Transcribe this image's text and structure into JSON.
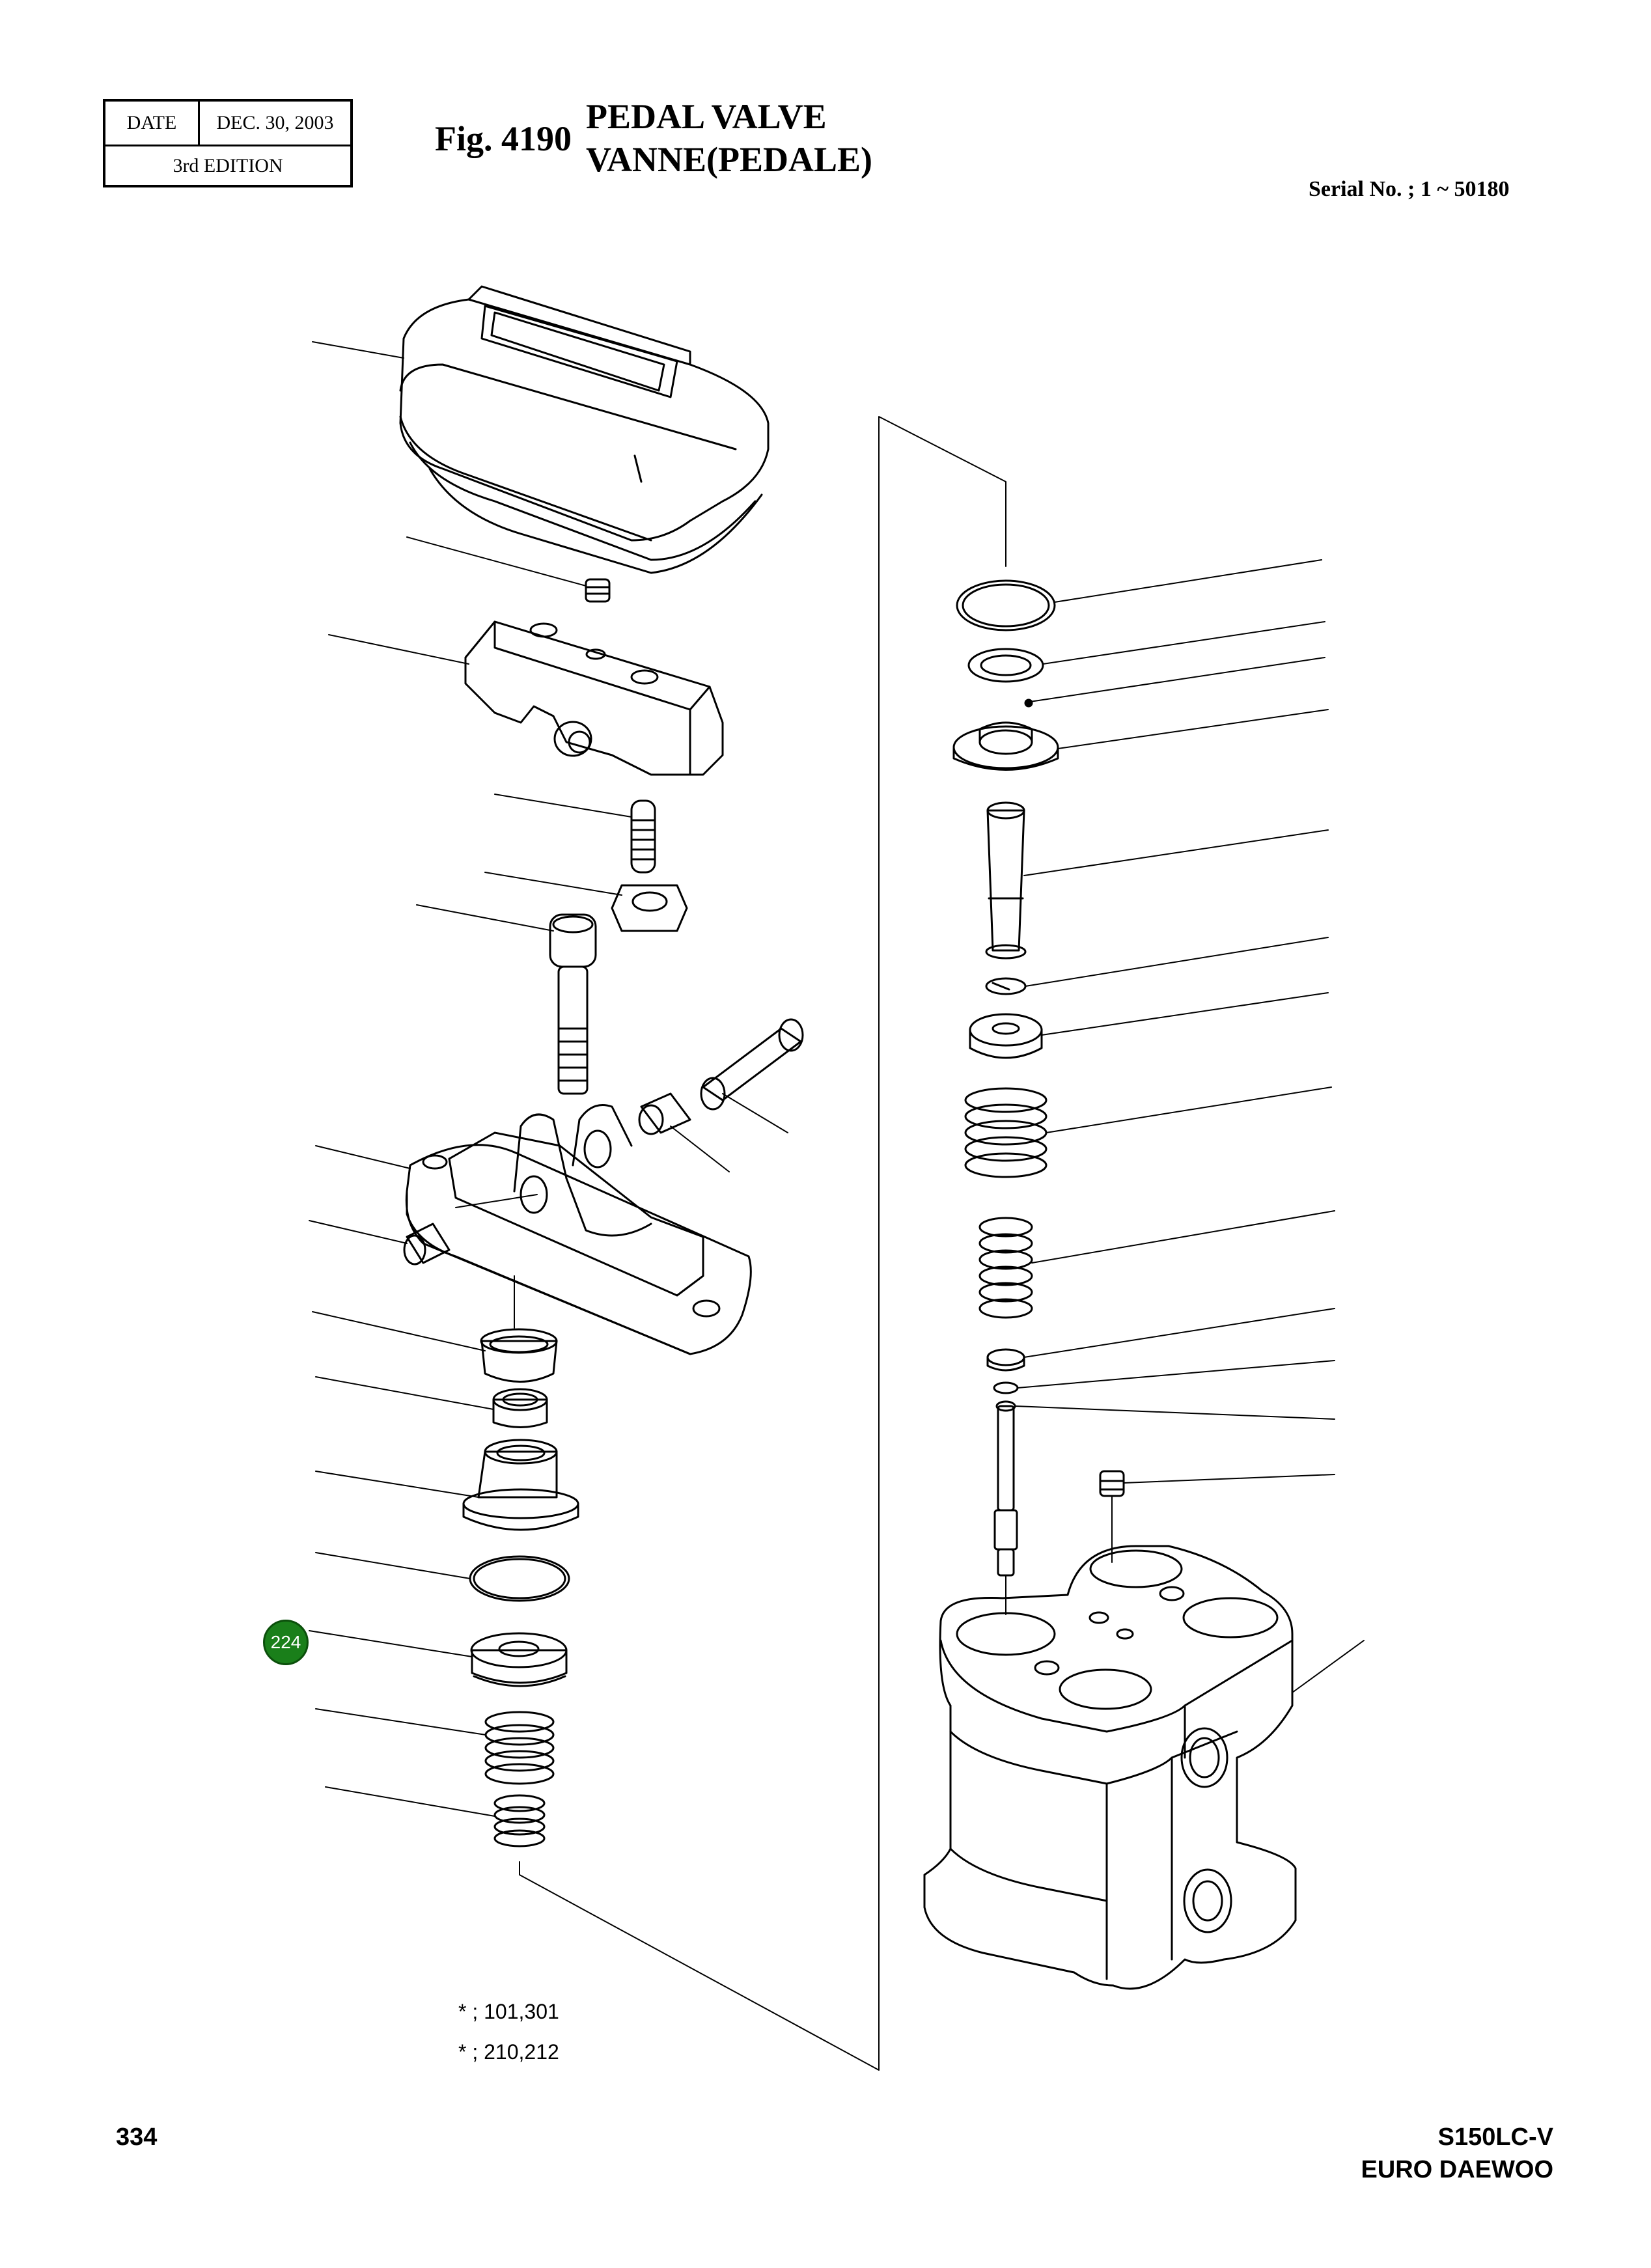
{
  "stamp": {
    "date_label": "DATE",
    "date_value": "DEC. 30, 2003",
    "edition": "3rd  EDITION"
  },
  "figure": {
    "number": "Fig. 4190",
    "title_en": "PEDAL VALVE",
    "title_fr": "VANNE(PEDALE)"
  },
  "serial": "Serial No. ; 1 ~ 50180",
  "callout_badge": "224",
  "notes": [
    "* ;  101,301",
    "* ;  210,212"
  ],
  "footer": {
    "page_number": "334",
    "model": "S150LC-V",
    "brand": "EURO DAEWOO"
  },
  "colors": {
    "line": "#000000",
    "badge": "#1a7f1a"
  }
}
